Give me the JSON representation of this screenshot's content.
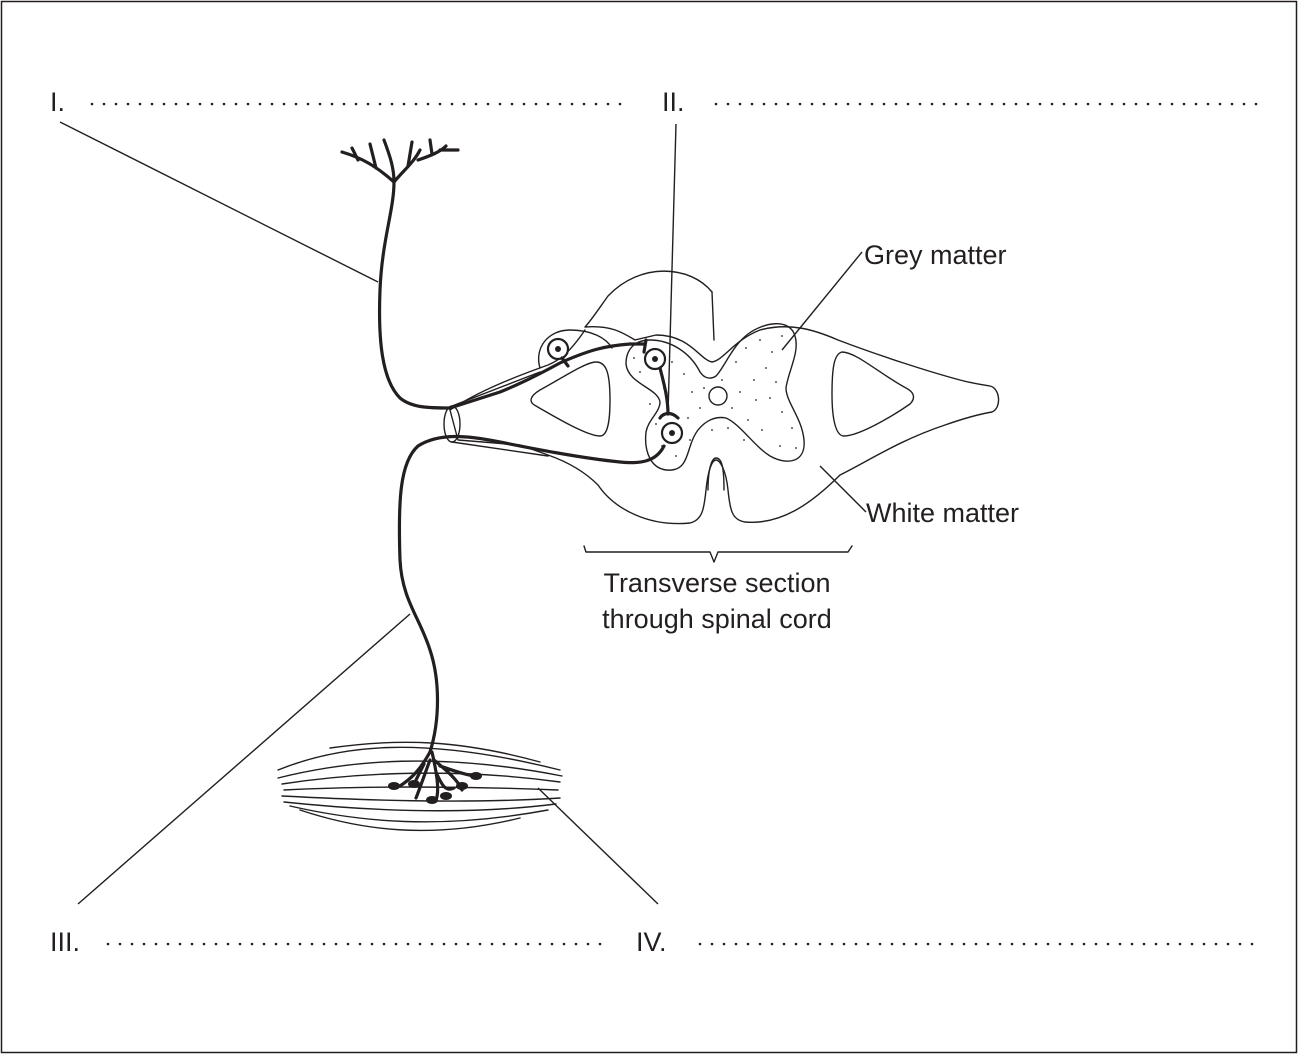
{
  "labels": {
    "blank_1": "I.",
    "blank_2": "II.",
    "blank_3": "III.",
    "blank_4": "IV.",
    "grey_matter": "Grey matter",
    "white_matter": "White matter",
    "section_line_1": "Transverse section",
    "section_line_2": "through spinal cord"
  },
  "colors": {
    "ink": "#231f20",
    "background": "#ffffff"
  }
}
